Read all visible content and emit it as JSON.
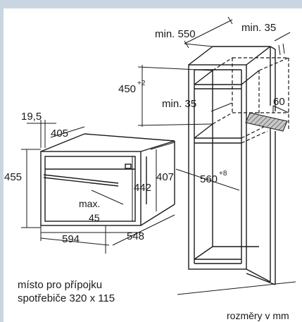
{
  "labels": {
    "w_19_5": "19,5",
    "w_405": "405",
    "h_455": "455",
    "h_442": "442",
    "h_407": "407",
    "max": "max.",
    "max_val": "45",
    "w_594": "594",
    "w_548": "548",
    "min550": "min. 550",
    "min35_top": "min. 35",
    "h_450": "450",
    "h_450_sup": "+2",
    "min35_mid": "min. 35",
    "w_60": "60",
    "w_560": "560",
    "w_560_sup": "+8",
    "note_line1": "místo pro přípojku",
    "note_line2": "spotřebiče 320 x 115",
    "units": "rozměry v mm"
  },
  "colors": {
    "border": "#c9d6e2",
    "line": "#1a1a1a",
    "hatch": "#8c8c8c"
  }
}
